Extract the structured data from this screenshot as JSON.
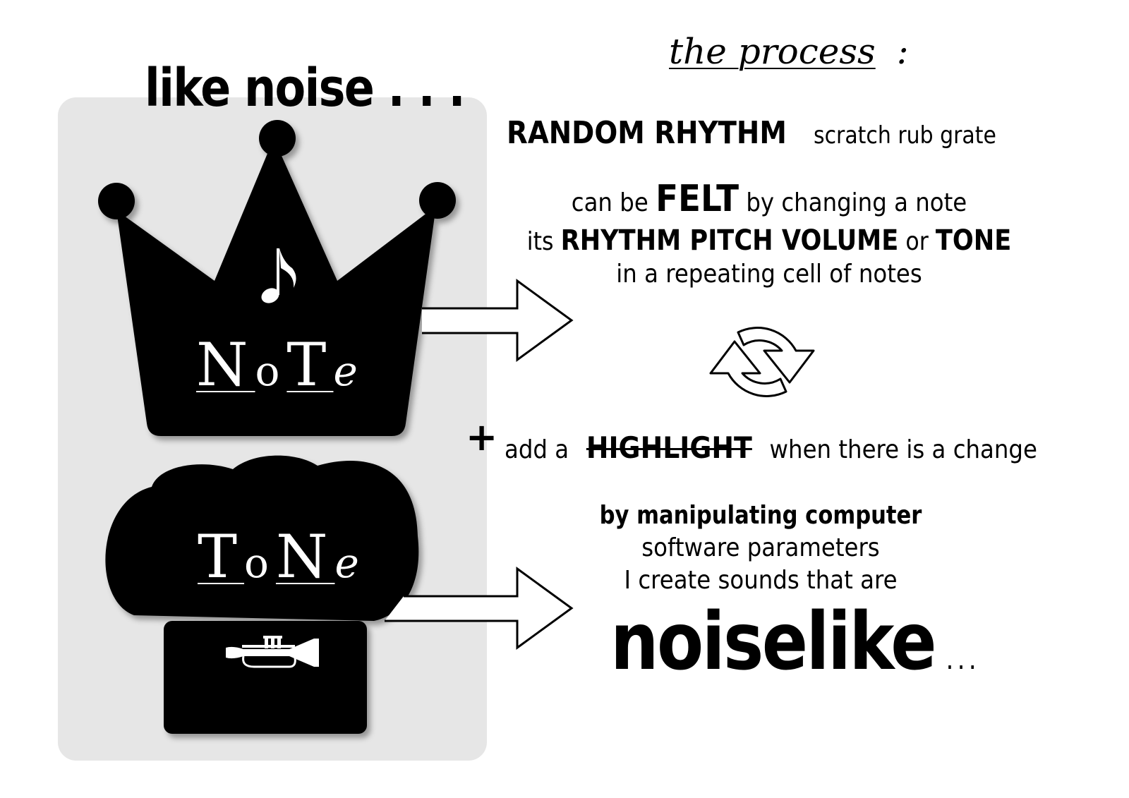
{
  "left_panel": {
    "heading": "like noise . . .",
    "crown_word": [
      "N",
      "o",
      "T",
      "e"
    ],
    "hat_word": [
      "T",
      "o",
      "N",
      "e"
    ],
    "note_symbol": "♪"
  },
  "process": {
    "title": "the process",
    "title_colon": ":",
    "line1_bold": "RANDOM RHYTHM",
    "line1_plain": "scratch rub grate",
    "line2_a": "can be",
    "line2_bold": "FELT",
    "line2_b": "by changing a note",
    "line3_a": "its",
    "line3_bold": "RHYTHM PITCH VOLUME",
    "line3_or": "or",
    "line3_bold2": "TONE",
    "line4": "in a repeating cell of notes",
    "plus": "+",
    "line5_a": "add a",
    "line5_strike": "HIGHLIGHT",
    "line5_b": "when there is a change",
    "line6": "by manipulating computer",
    "line7": "software parameters",
    "line8": "I create sounds that are",
    "line9": "noiselike",
    "line9_dots": "..."
  },
  "icons": {
    "crown": "crown-icon",
    "chef_hat": "chef-hat-icon",
    "note": "eighth-note-icon",
    "trumpet": "trumpet-icon",
    "cycle": "cycle-arrows-icon",
    "arrow": "right-arrow-icon"
  }
}
